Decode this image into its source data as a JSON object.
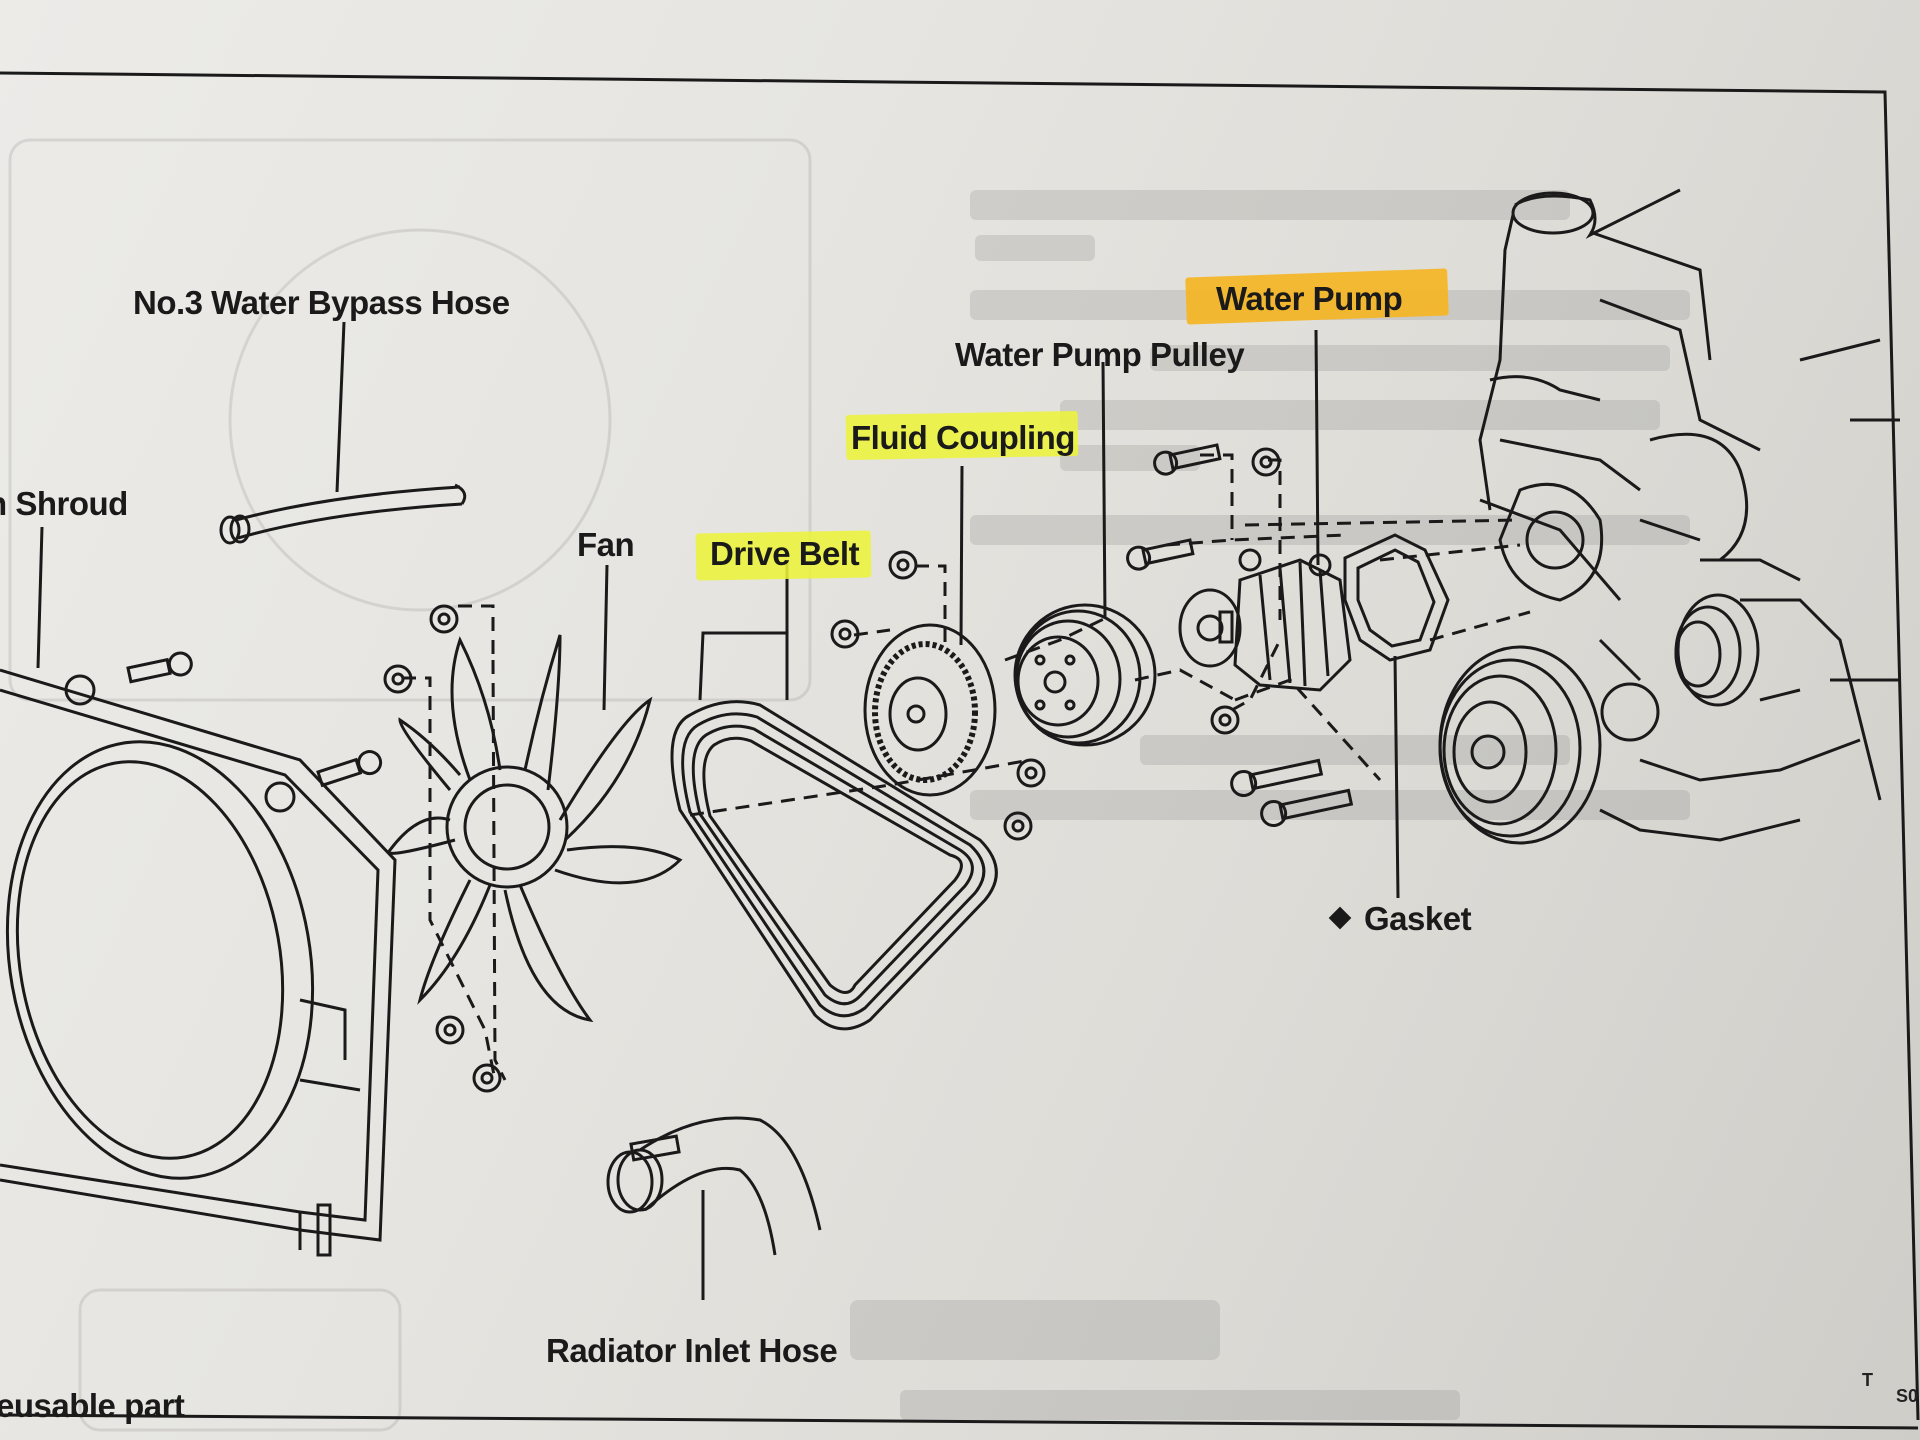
{
  "labels": {
    "bypass_hose": "No.3 Water Bypass Hose",
    "shroud": "n Shroud",
    "fan": "Fan",
    "drive_belt": "Drive Belt",
    "fluid_coupling": "Fluid Coupling",
    "pump_pulley": "Water Pump Pulley",
    "water_pump": "Water Pump",
    "gasket": "Gasket",
    "radiator_hose": "Radiator Inlet Hose",
    "reusable": "eusable part",
    "corner_t": "T",
    "corner_code": "S0"
  },
  "highlights": {
    "drive_belt": "#ecf33a",
    "fluid_coupling": "#ecf33a",
    "water_pump": "#f6b51f"
  }
}
